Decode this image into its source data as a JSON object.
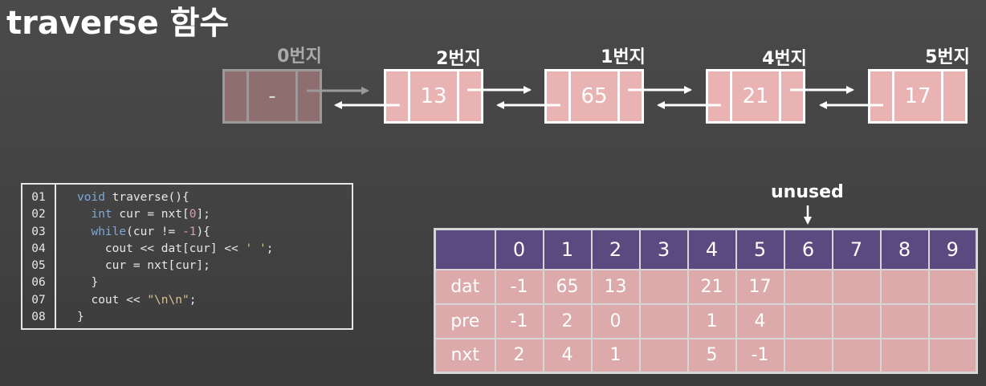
{
  "title": "traverse 함수",
  "nodes": [
    {
      "label": "0번지",
      "value": "-"
    },
    {
      "label": "2번지",
      "value": "13"
    },
    {
      "label": "1번지",
      "value": "65"
    },
    {
      "label": "4번지",
      "value": "21"
    },
    {
      "label": "5번지",
      "value": "17"
    }
  ],
  "code": {
    "line_numbers": [
      "01",
      "02",
      "03",
      "04",
      "05",
      "06",
      "07",
      "08"
    ]
  },
  "unused_label": "unused",
  "table": {
    "headers": [
      "0",
      "1",
      "2",
      "3",
      "4",
      "5",
      "6",
      "7",
      "8",
      "9"
    ],
    "rows": [
      {
        "label": "dat",
        "cells": [
          "-1",
          "65",
          "13",
          "",
          "21",
          "17",
          "",
          "",
          "",
          ""
        ]
      },
      {
        "label": "pre",
        "cells": [
          "-1",
          "2",
          "0",
          "",
          "1",
          "4",
          "",
          "",
          "",
          ""
        ]
      },
      {
        "label": "nxt",
        "cells": [
          "2",
          "4",
          "1",
          "",
          "5",
          "-1",
          "",
          "",
          "",
          ""
        ]
      }
    ]
  },
  "colors": {
    "node_fill": "#e9b3b3",
    "ghost_fill": "#8e6e6e",
    "header_fill": "#5b4a80",
    "cell_fill": "#dcaaaa",
    "keyword": "#7ea7d8"
  }
}
